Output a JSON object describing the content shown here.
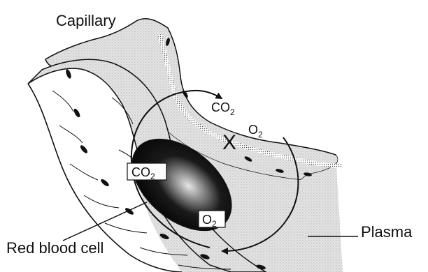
{
  "labels": {
    "capillary": "Capillary",
    "plasma": "Plasma",
    "red_blood_cell": "Red blood cell",
    "x_mark": "X"
  },
  "molecules": {
    "co2_outside": {
      "main": "CO",
      "sub": "2"
    },
    "o2_outside": {
      "main": "O",
      "sub": "2"
    },
    "co2_box": {
      "main": "CO",
      "sub": "2"
    },
    "o2_box": {
      "main": "O",
      "sub": "2"
    }
  },
  "colors": {
    "ink": "#111111",
    "stipple": "#d9d9d9",
    "cell_dark": "#0d0d0d",
    "cell_highlight": "#cfcfcf",
    "background": "#ffffff"
  }
}
